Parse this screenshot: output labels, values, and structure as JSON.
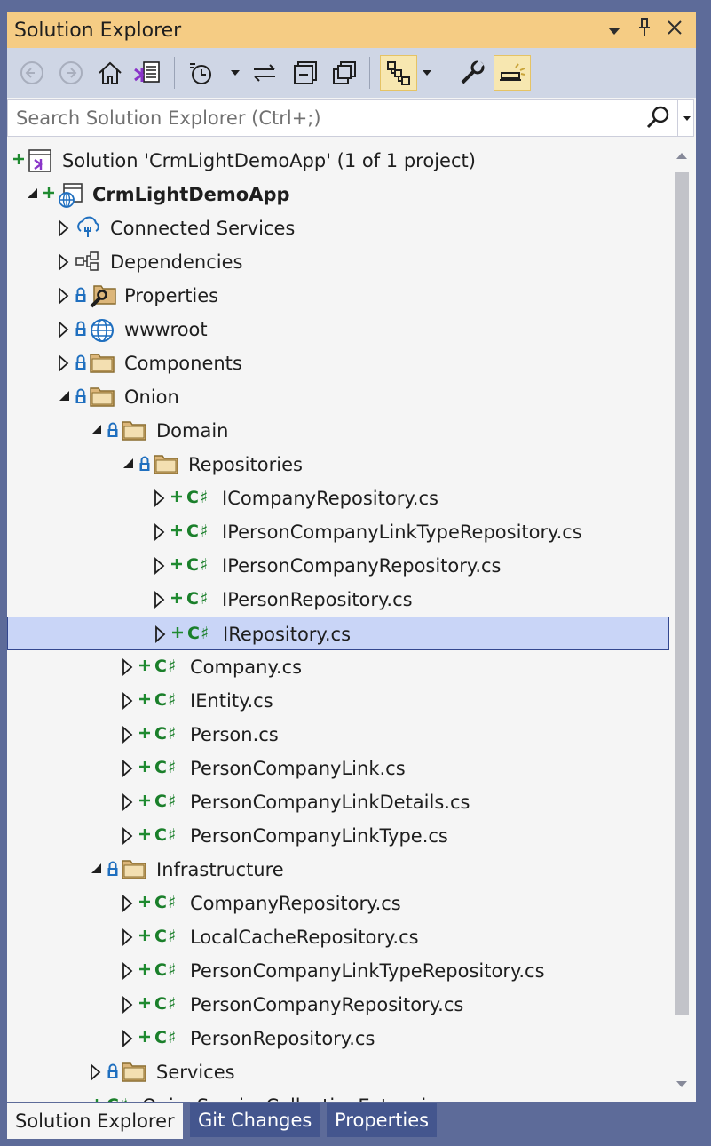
{
  "window": {
    "title": "Solution Explorer",
    "title_buttons": [
      "dropdown-icon",
      "pin-icon",
      "close-icon"
    ]
  },
  "toolbar": {
    "buttons": [
      "back-icon",
      "forward-icon",
      "home-icon",
      "switch-views-icon",
      "pending-changes-filter-icon",
      "sync-icon",
      "collapse-all-icon",
      "show-all-files-icon",
      "file-nesting-icon",
      "properties-icon",
      "preview-selected-items-icon"
    ]
  },
  "search": {
    "placeholder": "Search Solution Explorer (Ctrl+;)",
    "value": ""
  },
  "tree": {
    "selected_index": 14,
    "items": [
      {
        "label": "Solution 'CrmLightDemoApp' (1 of 1 project)",
        "icon": "solution-icon",
        "level": 0,
        "expander": "none",
        "plus": true,
        "lock": false,
        "bold": false
      },
      {
        "label": "CrmLightDemoApp",
        "icon": "web-project-icon",
        "level": 0,
        "expander": "expanded",
        "plus": true,
        "lock": false,
        "bold": true
      },
      {
        "label": "Connected Services",
        "icon": "connected-services-icon",
        "level": 1,
        "expander": "collapsed",
        "plus": false,
        "lock": false,
        "bold": false
      },
      {
        "label": "Dependencies",
        "icon": "dependencies-icon",
        "level": 1,
        "expander": "collapsed",
        "plus": false,
        "lock": false,
        "bold": false
      },
      {
        "label": "Properties",
        "icon": "properties-folder-icon",
        "level": 1,
        "expander": "collapsed",
        "plus": false,
        "lock": true,
        "bold": false
      },
      {
        "label": "wwwroot",
        "icon": "globe-icon",
        "level": 1,
        "expander": "collapsed",
        "plus": false,
        "lock": true,
        "bold": false
      },
      {
        "label": "Components",
        "icon": "folder-icon",
        "level": 1,
        "expander": "collapsed",
        "plus": false,
        "lock": true,
        "bold": false
      },
      {
        "label": "Onion",
        "icon": "folder-icon",
        "level": 1,
        "expander": "expanded",
        "plus": false,
        "lock": true,
        "bold": false
      },
      {
        "label": "Domain",
        "icon": "folder-icon",
        "level": 2,
        "expander": "expanded",
        "plus": false,
        "lock": true,
        "bold": false
      },
      {
        "label": "Repositories",
        "icon": "folder-icon",
        "level": 3,
        "expander": "expanded",
        "plus": false,
        "lock": true,
        "bold": false
      },
      {
        "label": "ICompanyRepository.cs",
        "icon": "csharp-file-icon",
        "level": 4,
        "expander": "collapsed",
        "plus": true,
        "lock": false,
        "bold": false
      },
      {
        "label": "IPersonCompanyLinkTypeRepository.cs",
        "icon": "csharp-file-icon",
        "level": 4,
        "expander": "collapsed",
        "plus": true,
        "lock": false,
        "bold": false
      },
      {
        "label": "IPersonCompanyRepository.cs",
        "icon": "csharp-file-icon",
        "level": 4,
        "expander": "collapsed",
        "plus": true,
        "lock": false,
        "bold": false
      },
      {
        "label": "IPersonRepository.cs",
        "icon": "csharp-file-icon",
        "level": 4,
        "expander": "collapsed",
        "plus": true,
        "lock": false,
        "bold": false
      },
      {
        "label": "IRepository.cs",
        "icon": "csharp-file-icon",
        "level": 4,
        "expander": "collapsed",
        "plus": true,
        "lock": false,
        "bold": false
      },
      {
        "label": "Company.cs",
        "icon": "csharp-file-icon",
        "level": 3,
        "expander": "collapsed",
        "plus": true,
        "lock": false,
        "bold": false
      },
      {
        "label": "IEntity.cs",
        "icon": "csharp-file-icon",
        "level": 3,
        "expander": "collapsed",
        "plus": true,
        "lock": false,
        "bold": false
      },
      {
        "label": "Person.cs",
        "icon": "csharp-file-icon",
        "level": 3,
        "expander": "collapsed",
        "plus": true,
        "lock": false,
        "bold": false
      },
      {
        "label": "PersonCompanyLink.cs",
        "icon": "csharp-file-icon",
        "level": 3,
        "expander": "collapsed",
        "plus": true,
        "lock": false,
        "bold": false
      },
      {
        "label": "PersonCompanyLinkDetails.cs",
        "icon": "csharp-file-icon",
        "level": 3,
        "expander": "collapsed",
        "plus": true,
        "lock": false,
        "bold": false
      },
      {
        "label": "PersonCompanyLinkType.cs",
        "icon": "csharp-file-icon",
        "level": 3,
        "expander": "collapsed",
        "plus": true,
        "lock": false,
        "bold": false
      },
      {
        "label": "Infrastructure",
        "icon": "folder-icon",
        "level": 2,
        "expander": "expanded",
        "plus": false,
        "lock": true,
        "bold": false
      },
      {
        "label": "CompanyRepository.cs",
        "icon": "csharp-file-icon",
        "level": 3,
        "expander": "collapsed",
        "plus": true,
        "lock": false,
        "bold": false
      },
      {
        "label": "LocalCacheRepository.cs",
        "icon": "csharp-file-icon",
        "level": 3,
        "expander": "collapsed",
        "plus": true,
        "lock": false,
        "bold": false
      },
      {
        "label": "PersonCompanyLinkTypeRepository.cs",
        "icon": "csharp-file-icon",
        "level": 3,
        "expander": "collapsed",
        "plus": true,
        "lock": false,
        "bold": false
      },
      {
        "label": "PersonCompanyRepository.cs",
        "icon": "csharp-file-icon",
        "level": 3,
        "expander": "collapsed",
        "plus": true,
        "lock": false,
        "bold": false
      },
      {
        "label": "PersonRepository.cs",
        "icon": "csharp-file-icon",
        "level": 3,
        "expander": "collapsed",
        "plus": true,
        "lock": false,
        "bold": false
      },
      {
        "label": "Services",
        "icon": "folder-icon",
        "level": 2,
        "expander": "collapsed",
        "plus": false,
        "lock": true,
        "bold": false
      },
      {
        "label": "OnionServiceCollectionExtensions.cs",
        "icon": "csharp-file-icon",
        "level": 2,
        "expander": "none",
        "plus": true,
        "lock": false,
        "bold": false
      }
    ]
  },
  "bottom_tabs": {
    "active": 0,
    "items": [
      "Solution Explorer",
      "Git Changes",
      "Properties"
    ]
  },
  "colors": {
    "frame": "#5d6b99",
    "title_bar": "#f5cc84",
    "toolbar": "#cfd6e5",
    "selected_row": "#c9d5f7",
    "selected_border": "#33478f",
    "csharp_green": "#1a7f2a",
    "folder": "#dcb67a"
  }
}
